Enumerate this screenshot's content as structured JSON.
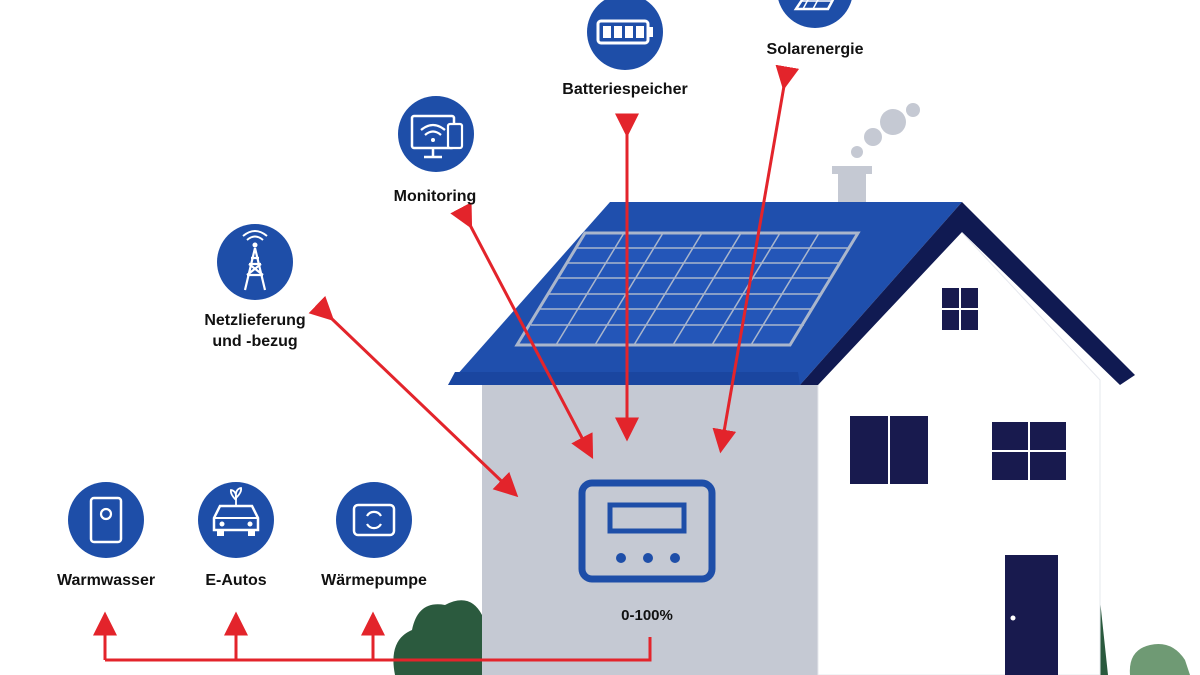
{
  "colors": {
    "icon_circle": "#1e4ea8",
    "roof": "#1f4fad",
    "roof_edge": "#101a52",
    "wall_side": "#c5c9d3",
    "wall_front": "#ffffff",
    "window": "#181a4e",
    "arrow": "#e3242b",
    "bush": "#2b5a3e",
    "bush_light": "#6f9a74"
  },
  "icons": {
    "battery": {
      "icon": "battery-icon",
      "label": "Batteriespeicher"
    },
    "solar": {
      "icon": "solar-panel-icon",
      "label": "Solarenergie"
    },
    "monitoring": {
      "icon": "monitor-wifi-icon",
      "label": "Monitoring"
    },
    "grid": {
      "icon": "transmission-tower-icon",
      "label_line1": "Netzlieferung",
      "label_line2": "und -bezug"
    },
    "water": {
      "icon": "water-heater-icon",
      "label": "Warmwasser"
    },
    "ev": {
      "icon": "electric-car-icon",
      "label": "E-Autos"
    },
    "heatpump": {
      "icon": "heat-pump-icon",
      "label": "Wärmepumpe"
    }
  },
  "inverter": {
    "icon": "inverter-icon",
    "label": "0-100%"
  }
}
